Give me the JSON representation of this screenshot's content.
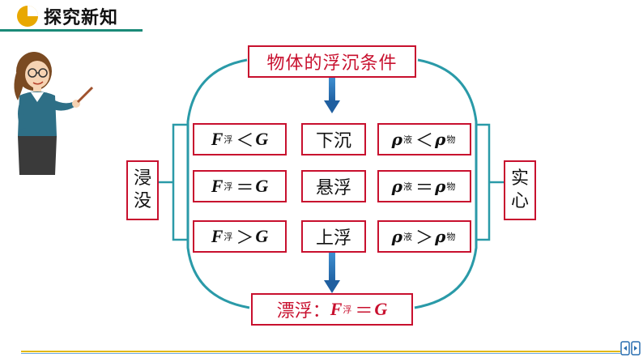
{
  "header": {
    "title": "探究新知"
  },
  "diagram": {
    "title": "物体的浮沉条件",
    "left_label": [
      "浸",
      "没"
    ],
    "right_label": [
      "实",
      "心"
    ],
    "rows": [
      {
        "force": {
          "sym": "F",
          "sub": "浮",
          "op": "＜",
          "rhs": "G"
        },
        "state": "下沉",
        "density": {
          "sym": "ρ",
          "sub1": "液",
          "op": "＜",
          "sub2": "物"
        }
      },
      {
        "force": {
          "sym": "F",
          "sub": "浮",
          "op": "＝",
          "rhs": "G"
        },
        "state": "悬浮",
        "density": {
          "sym": "ρ",
          "sub1": "液",
          "op": "＝",
          "sub2": "物"
        }
      },
      {
        "force": {
          "sym": "F",
          "sub": "浮",
          "op": "＞",
          "rhs": "G"
        },
        "state": "上浮",
        "density": {
          "sym": "ρ",
          "sub1": "液",
          "op": "＞",
          "sub2": "物"
        }
      }
    ],
    "bottom": {
      "prefix": "漂浮：",
      "sym": "F",
      "sub": "浮",
      "op": "＝",
      "rhs": "G"
    }
  },
  "colors": {
    "accent": "#c8102e",
    "teal": "#1a8a78",
    "curve": "#2a9aa8"
  }
}
